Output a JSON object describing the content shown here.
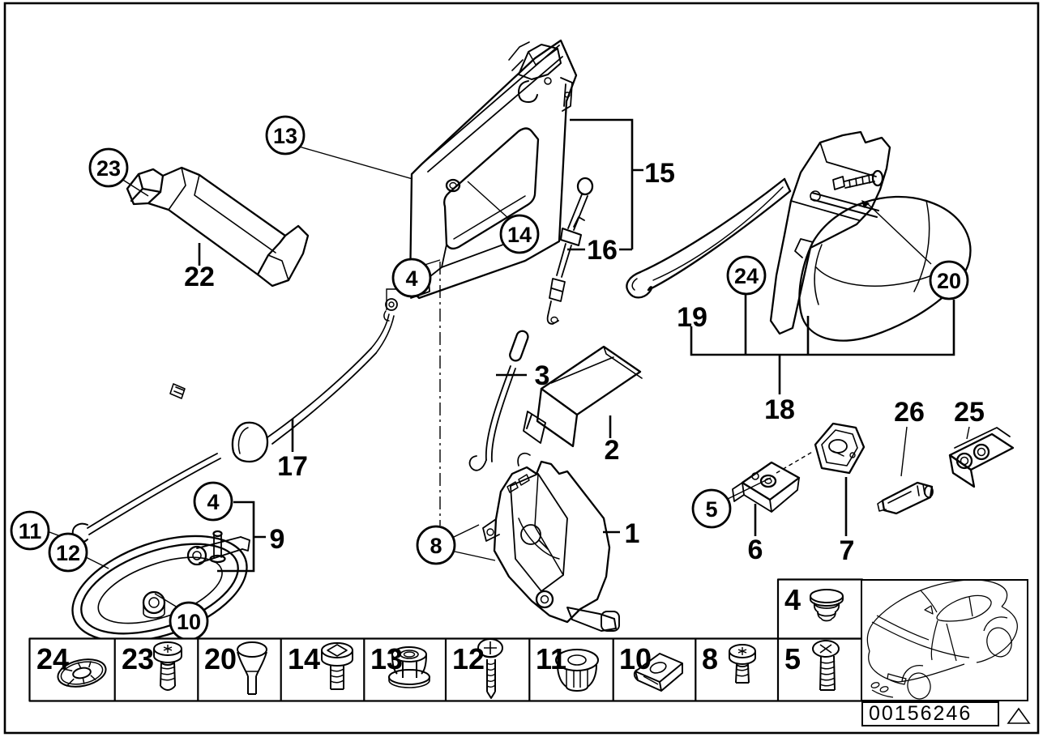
{
  "colors": {
    "line": "#000000",
    "background": "#ffffff"
  },
  "diagram": {
    "title_hint": "door lock and handle exploded parts diagram",
    "callouts": [
      {
        "id": "callout-23",
        "label": "23"
      },
      {
        "id": "callout-13",
        "label": "13"
      },
      {
        "id": "callout-14",
        "label": "14"
      },
      {
        "id": "callout-4-upper",
        "label": "4"
      },
      {
        "id": "callout-24",
        "label": "24"
      },
      {
        "id": "callout-20",
        "label": "20"
      },
      {
        "id": "callout-11",
        "label": "11"
      },
      {
        "id": "callout-12",
        "label": "12"
      },
      {
        "id": "callout-4-lower",
        "label": "4"
      },
      {
        "id": "callout-10",
        "label": "10"
      },
      {
        "id": "callout-8",
        "label": "8"
      },
      {
        "id": "callout-5",
        "label": "5"
      }
    ],
    "labels": [
      {
        "id": "label-22",
        "label": "22"
      },
      {
        "id": "label-15",
        "label": "15"
      },
      {
        "id": "label-16",
        "label": "16"
      },
      {
        "id": "label-17",
        "label": "17"
      },
      {
        "id": "label-19",
        "label": "19"
      },
      {
        "id": "label-18",
        "label": "18"
      },
      {
        "id": "label-3",
        "label": "3"
      },
      {
        "id": "label-2",
        "label": "2"
      },
      {
        "id": "label-9",
        "label": "9"
      },
      {
        "id": "label-1",
        "label": "1"
      },
      {
        "id": "label-6",
        "label": "6"
      },
      {
        "id": "label-7",
        "label": "7"
      },
      {
        "id": "label-26",
        "label": "26"
      },
      {
        "id": "label-25",
        "label": "25"
      }
    ]
  },
  "legend": {
    "cells": [
      {
        "number": "24",
        "icon": "washer-grommet-icon"
      },
      {
        "number": "23",
        "icon": "torx-screw-icon"
      },
      {
        "number": "20",
        "icon": "cone-pin-icon"
      },
      {
        "number": "14",
        "icon": "square-head-bolt-icon"
      },
      {
        "number": "13",
        "icon": "flange-nut-icon"
      },
      {
        "number": "12",
        "icon": "phillips-screw-icon"
      },
      {
        "number": "11",
        "icon": "expanding-nut-icon"
      },
      {
        "number": "10",
        "icon": "sheet-metal-clip-icon"
      },
      {
        "number": "8",
        "icon": "torx-pan-screw-icon"
      },
      {
        "number": "5",
        "icon": "countersunk-screw-icon"
      }
    ],
    "stacked_cell": {
      "number": "4",
      "icon": "rubber-plug-icon"
    }
  },
  "car_thumbnail": {
    "name": "bmw-sedan-outline"
  },
  "footer": {
    "document_number": "00156246"
  }
}
